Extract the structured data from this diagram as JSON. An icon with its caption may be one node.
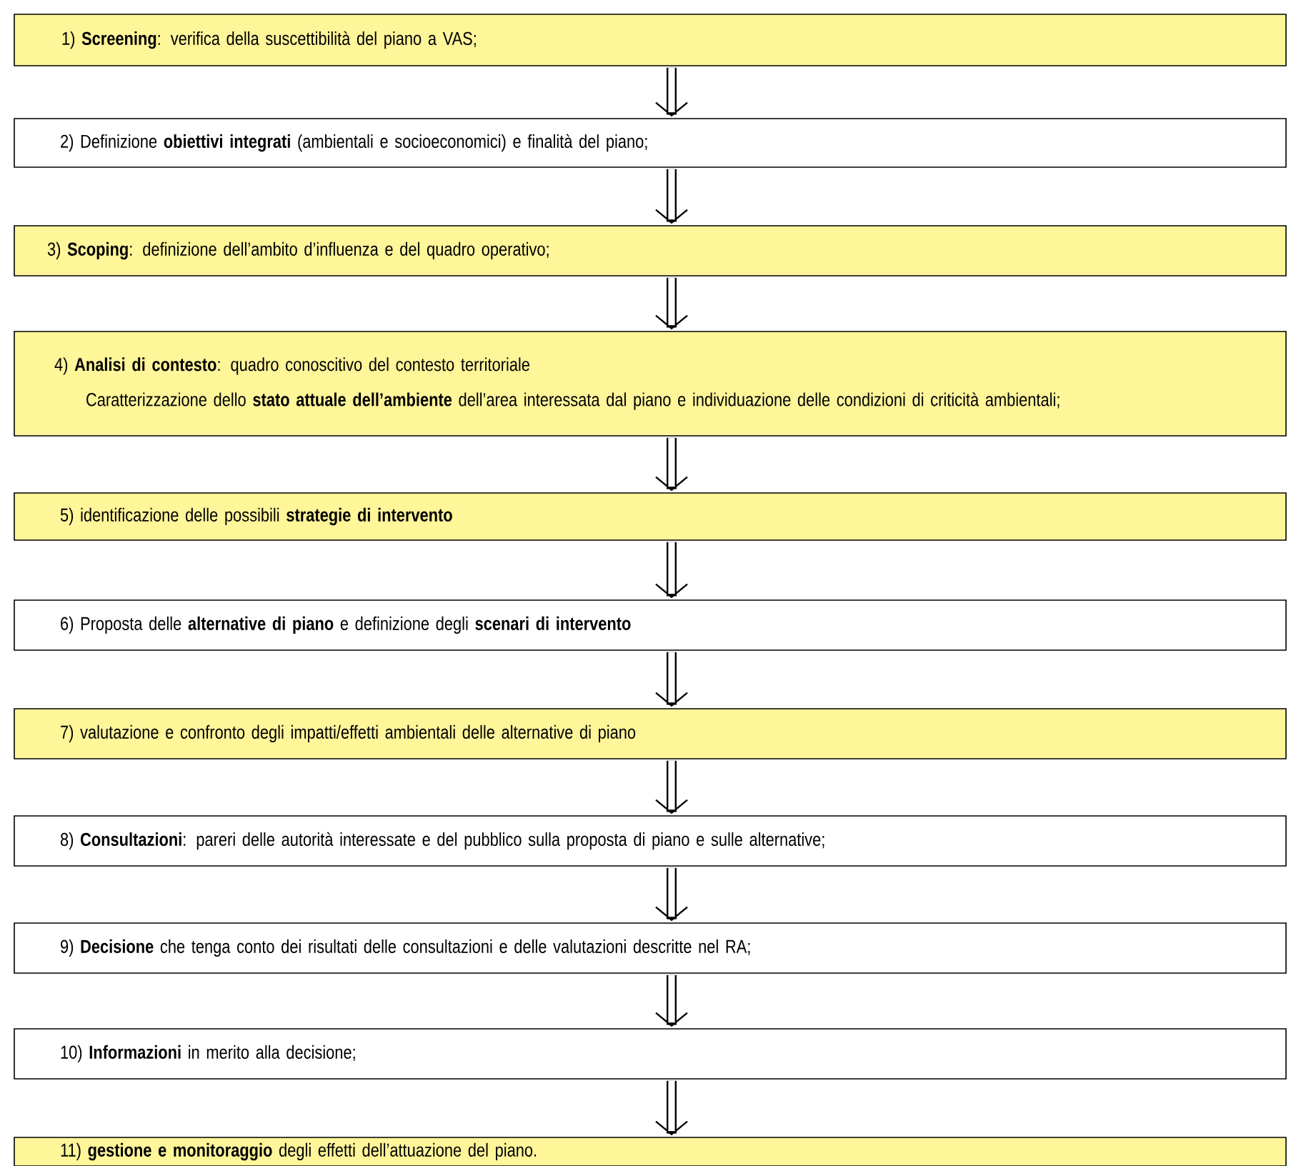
{
  "diagram": {
    "nodes": [
      {
        "text": [
          "1) **Screening**: verifica della suscettibilità del piano a VAS;"
        ]
      },
      {
        "text": [
          "2) Definizione **obiettivi integrati** (ambientali e socioeconomici) e finalità del piano;"
        ]
      },
      {
        "text": [
          "3) **Scoping**: definizione dell’ambito d’influenza e del quadro operativo;"
        ]
      },
      {
        "text": [
          "4) **Analisi di contesto**: quadro conoscitivo del contesto territoriale",
          "Caratterizzazione dello **stato attuale dell’ambiente** dell’area interessata dal piano e individuazione delle condizioni di criticità ambientali;"
        ]
      },
      {
        "text": [
          "5) identificazione delle possibili **strategie di intervento**"
        ]
      },
      {
        "text": [
          "6) Proposta delle **alternative di piano** e definizione degli **scenari di intervento**"
        ]
      },
      {
        "text": [
          "7) valutazione e confronto degli impatti/effetti ambientali delle alternative di piano"
        ]
      },
      {
        "text": [
          "8) **Consultazioni**: pareri delle autorità interessate e del pubblico sulla proposta di piano e sulle alternative;"
        ]
      },
      {
        "text": [
          "9) **Decisione** che tenga conto  dei risultati delle consultazioni e delle valutazioni descritte nel RA;"
        ]
      },
      {
        "text": [
          "10) **Informazioni** in merito alla decisione;"
        ]
      },
      {
        "text": [
          "11) **gestione e monitoraggio** degli effetti dell’attuazione del piano."
        ]
      }
    ],
    "edges": [
      {
        "from": 0,
        "to": 1,
        "arrow": "to"
      },
      {
        "from": 1,
        "to": 2,
        "arrow": "to"
      },
      {
        "from": 2,
        "to": 3,
        "arrow": "to"
      },
      {
        "from": 3,
        "to": 4,
        "arrow": "to"
      },
      {
        "from": 4,
        "to": 5,
        "arrow": "to"
      },
      {
        "from": 5,
        "to": 6,
        "arrow": "to"
      },
      {
        "from": 6,
        "to": 7,
        "arrow": "to"
      },
      {
        "from": 7,
        "to": 8,
        "arrow": "to"
      },
      {
        "from": 8,
        "to": 9,
        "arrow": "to"
      },
      {
        "from": 9,
        "to": 10,
        "arrow": "to"
      }
    ]
  }
}
